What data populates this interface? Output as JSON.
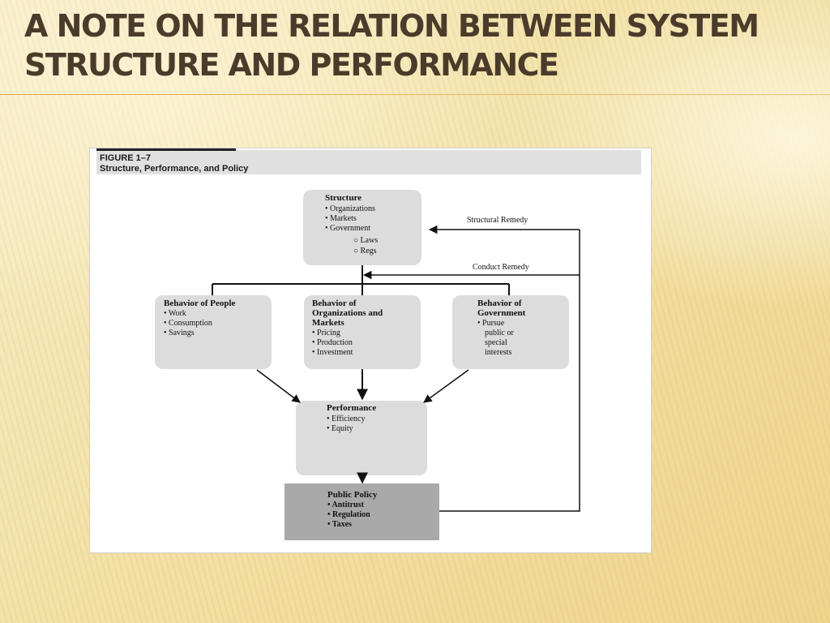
{
  "slide": {
    "title": "A NOTE ON THE RELATION BETWEEN SYSTEM STRUCTURE AND PERFORMANCE"
  },
  "figure": {
    "number": "FIGURE 1–7",
    "caption": "Structure, Performance, and Policy",
    "structure": {
      "title": "Structure",
      "items": [
        "Organizations",
        "Markets",
        "Government"
      ],
      "subitems": [
        "Laws",
        "Regs"
      ]
    },
    "behavior_people": {
      "title": "Behavior of People",
      "items": [
        "Work",
        "Consumption",
        "Savings"
      ]
    },
    "behavior_orgs": {
      "title_lines": [
        "Behavior of",
        "Organizations and",
        "Markets"
      ],
      "items": [
        "Pricing",
        "Production",
        "Investment"
      ]
    },
    "behavior_gov": {
      "title_lines": [
        "Behavior of",
        "Government"
      ],
      "item_lines": [
        "Pursue",
        "public or",
        "special",
        "interests"
      ]
    },
    "performance": {
      "title": "Performance",
      "items": [
        "Efficiency",
        "Equity"
      ]
    },
    "public_policy": {
      "title": "Public Policy",
      "items": [
        "Antitrust",
        "Regulation",
        "Taxes"
      ]
    },
    "remedies": {
      "structural": "Structural Remedy",
      "conduct": "Conduct Remedy"
    }
  },
  "colors": {
    "title_text": "#4a3b2b",
    "box_fill": "#dcdcdc",
    "policy_fill": "#a9a9a9",
    "header_fill": "#e0e0e0"
  }
}
